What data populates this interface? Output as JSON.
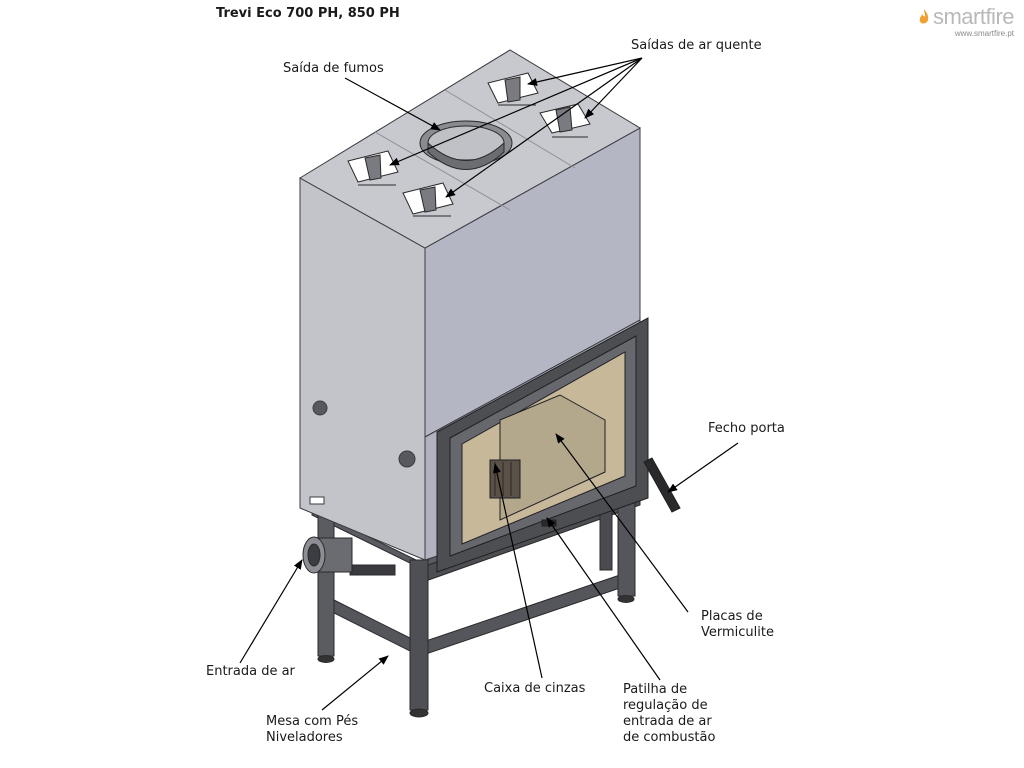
{
  "title": "Trevi Eco 700 PH, 850 PH",
  "brand": {
    "name": "smartfire",
    "url": "www.smartfire.pt",
    "logo_icon": "flame-icon",
    "colors": {
      "brand_text": "#b9b9b9",
      "flame": "#f0a030"
    }
  },
  "labels": {
    "saidas_ar_quente": "Saídas de ar quente",
    "saida_fumos": "Saída de fumos",
    "fecho_porta": "Fecho porta",
    "placas_vermiculite": [
      "Placas de",
      "Vermiculite"
    ],
    "entrada_ar": "Entrada de ar",
    "caixa_cinzas": "Caixa de cinzas",
    "patilha": [
      "Patilha de",
      "regulação de",
      "entrada de ar",
      "de combustão"
    ],
    "mesa": [
      "Mesa com Pés",
      "Niveladores"
    ]
  },
  "colors": {
    "panel_front": "#b4b6c4",
    "panel_side": "#c3c4ca",
    "panel_top": "#c8c9cf",
    "frame": "#4d4e52",
    "stand": "#5b5c61",
    "glass": "#c8b89a",
    "line": "#000000"
  }
}
